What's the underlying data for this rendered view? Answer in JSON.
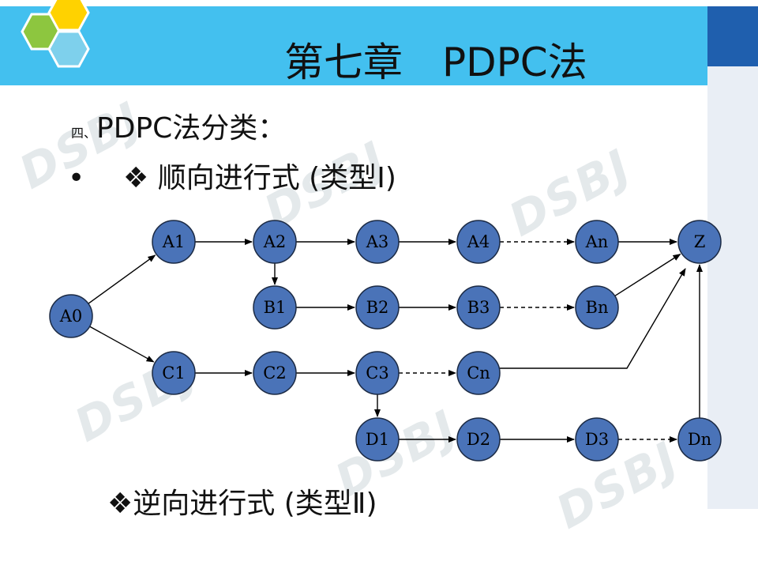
{
  "slide": {
    "title": "第七章　PDPC法",
    "subtitle_small": "四、",
    "subtitle_big": "PDPC法分类：",
    "bullet_symbol": "•",
    "bullet1": "❖ 顺向进行式 (类型Ⅰ)",
    "bullet2": "❖逆向进行式 (类型Ⅱ)",
    "watermark_text": "DSBJ",
    "colors": {
      "header": "#43c0ef",
      "corner": "#1f5fae",
      "node_fill": "#4a73b8",
      "node_stroke": "#1b2a44"
    }
  },
  "diagram": {
    "nodes": [
      {
        "id": "A0",
        "label": "A0"
      },
      {
        "id": "A1",
        "label": "A1"
      },
      {
        "id": "A2",
        "label": "A2"
      },
      {
        "id": "A3",
        "label": "A3"
      },
      {
        "id": "A4",
        "label": "A4"
      },
      {
        "id": "An",
        "label": "An"
      },
      {
        "id": "Z",
        "label": "Z"
      },
      {
        "id": "B1",
        "label": "B1"
      },
      {
        "id": "B2",
        "label": "B2"
      },
      {
        "id": "B3",
        "label": "B3"
      },
      {
        "id": "Bn",
        "label": "Bn"
      },
      {
        "id": "C1",
        "label": "C1"
      },
      {
        "id": "C2",
        "label": "C2"
      },
      {
        "id": "C3",
        "label": "C3"
      },
      {
        "id": "Cn",
        "label": "Cn"
      },
      {
        "id": "D1",
        "label": "D1"
      },
      {
        "id": "D2",
        "label": "D2"
      },
      {
        "id": "D3",
        "label": "D3"
      },
      {
        "id": "Dn",
        "label": "Dn"
      }
    ],
    "edges": [
      {
        "from": "A0",
        "to": "A1",
        "style": "solid"
      },
      {
        "from": "A0",
        "to": "C1",
        "style": "solid"
      },
      {
        "from": "A1",
        "to": "A2",
        "style": "solid"
      },
      {
        "from": "A2",
        "to": "A3",
        "style": "solid"
      },
      {
        "from": "A3",
        "to": "A4",
        "style": "solid"
      },
      {
        "from": "A4",
        "to": "An",
        "style": "dashed"
      },
      {
        "from": "An",
        "to": "Z",
        "style": "solid"
      },
      {
        "from": "A2",
        "to": "B1",
        "style": "solid"
      },
      {
        "from": "B1",
        "to": "B2",
        "style": "solid"
      },
      {
        "from": "B2",
        "to": "B3",
        "style": "solid"
      },
      {
        "from": "B3",
        "to": "Bn",
        "style": "dashed"
      },
      {
        "from": "Bn",
        "to": "Z",
        "style": "solid"
      },
      {
        "from": "C1",
        "to": "C2",
        "style": "solid"
      },
      {
        "from": "C2",
        "to": "C3",
        "style": "solid"
      },
      {
        "from": "C3",
        "to": "Cn",
        "style": "dashed"
      },
      {
        "from": "Cn",
        "to": "Z",
        "style": "solid"
      },
      {
        "from": "C3",
        "to": "D1",
        "style": "solid"
      },
      {
        "from": "D1",
        "to": "D2",
        "style": "solid"
      },
      {
        "from": "D2",
        "to": "D3",
        "style": "solid"
      },
      {
        "from": "D3",
        "to": "Dn",
        "style": "dashed"
      },
      {
        "from": "Dn",
        "to": "Z",
        "style": "solid"
      }
    ]
  }
}
